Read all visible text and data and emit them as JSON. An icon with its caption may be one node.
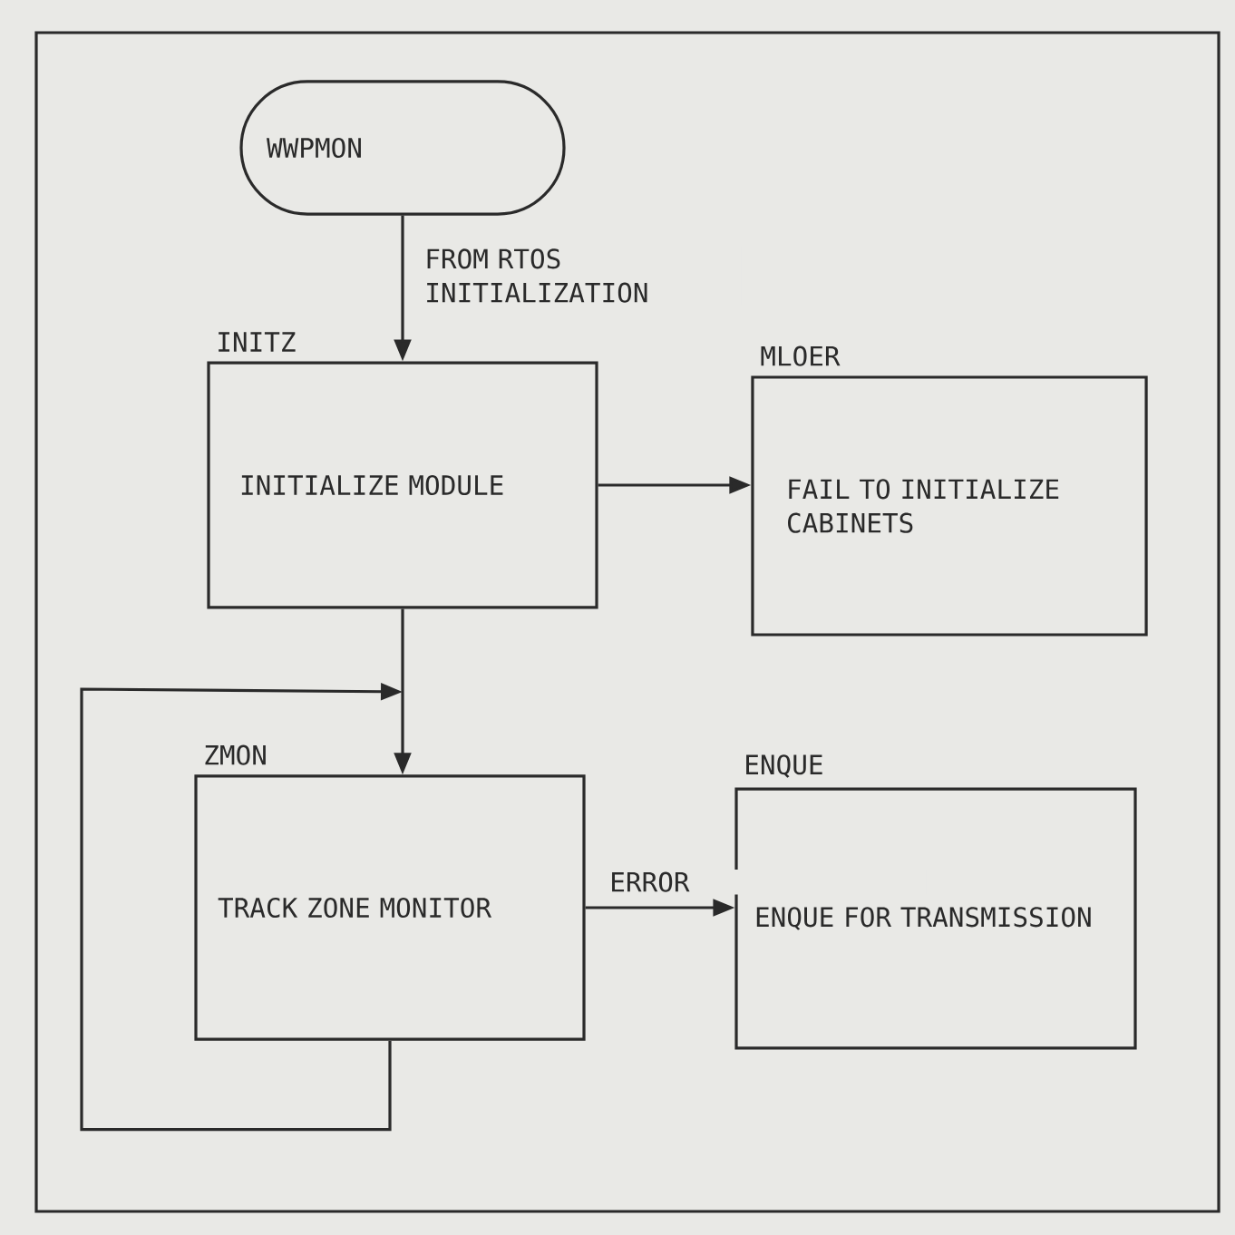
{
  "diagram": {
    "nodes": [
      {
        "text": [
          "WWPMON"
        ]
      },
      {
        "text": [
          "INITZ",
          "INITIALIZE MODULE"
        ]
      },
      {
        "text": [
          "MLOER",
          "FAIL TO INITIALIZE CABINETS"
        ]
      },
      {
        "text": [
          "ZMON",
          "TRACK ZONE MONITOR"
        ]
      },
      {
        "text": [
          "ENQUE",
          "ENQUE FOR TRANSMISSION"
        ]
      }
    ],
    "edges": [
      {
        "from": 0,
        "to": 1,
        "arrow": "to",
        "label": "FROM RTOS INITIALIZATION"
      },
      {
        "from": 1,
        "to": 2,
        "arrow": "to"
      },
      {
        "from": 1,
        "to": 3,
        "arrow": "to"
      },
      {
        "from": 3,
        "to": 3,
        "arrow": "to"
      },
      {
        "from": 3,
        "to": 4,
        "arrow": "to",
        "label": "ERROR"
      }
    ]
  }
}
